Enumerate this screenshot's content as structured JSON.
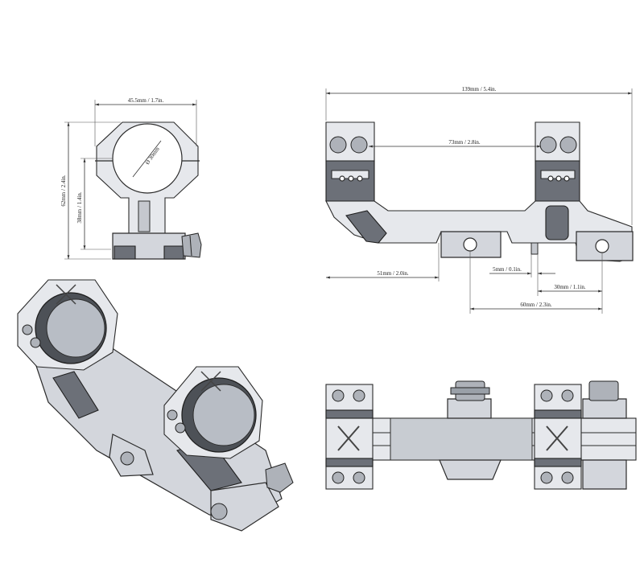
{
  "front_view": {
    "width_label": "45.5mm / 1.7in.",
    "height_label": "62mm / 2.4in.",
    "center_height_label": "38mm / 1.4in.",
    "ring_label": "Ø 30mm"
  },
  "side_view": {
    "length_label": "139mm / 5.4in.",
    "ring_spacing_label": "73mm / 2.8in.",
    "offset_label": "51mm / 2.0in.",
    "lug_label": "5mm / 0.1in.",
    "clamp_spacing_label": "30mm / 1.1in.",
    "clamp_span_label": "60mm / 2.3in."
  },
  "colors": {
    "line": "#2b2b2b",
    "metal": "#d3d6dc",
    "metal_light": "#e6e8ec",
    "shadow": "#6c7078"
  }
}
